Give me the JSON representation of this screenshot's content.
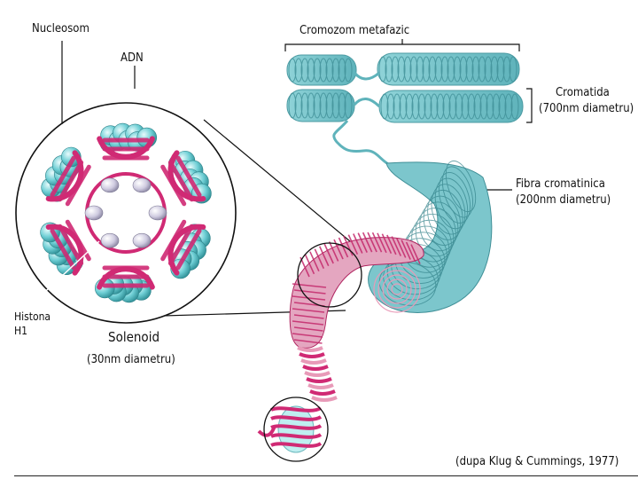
{
  "labels": {
    "nucleosome": "Nucleosom",
    "dna": "ADN",
    "metaphase_chromosome": "Cromozom metafazic",
    "chromatid": "Cromatida",
    "chromatid_diameter": "(700nm diametru)",
    "chromatin_fiber": "Fibra cromatinica",
    "chromatin_fiber_diameter": "(200nm diametru)",
    "histone_line1": "Histona",
    "histone_line2": "H1",
    "solenoid": "Solenoid",
    "solenoid_diameter": "(30nm diametru)",
    "credit": "(dupa Klug & Cummings, 1977)"
  },
  "colors": {
    "dna_pink": "#d02a74",
    "dna_pink_light": "#e89ab8",
    "histone_teal": "#5cc6cc",
    "histone_teal_light": "#bfeef0",
    "histone_h1_grey": "#c9c6d6",
    "chromosome_teal": "#7cc2c8",
    "line": "#111111"
  }
}
